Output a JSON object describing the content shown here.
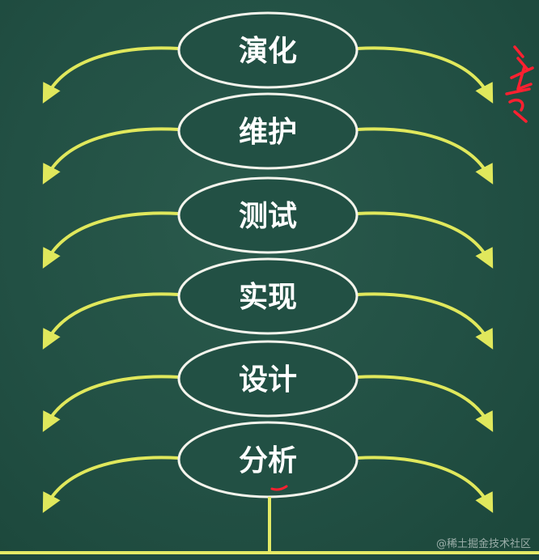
{
  "diagram": {
    "stages": [
      "演化",
      "维护",
      "测试",
      "实现",
      "设计",
      "分析"
    ],
    "colors": {
      "board": "#225044",
      "ellipse_stroke": "#f4f4ec",
      "text": "#ffffff",
      "arrow": "#e0e85c",
      "ground_line": "#e4ea66",
      "annotation": "#ff2030"
    },
    "annotation_icon": "handwritten-red-scribble"
  },
  "watermark": "@稀土掘金技术社区"
}
